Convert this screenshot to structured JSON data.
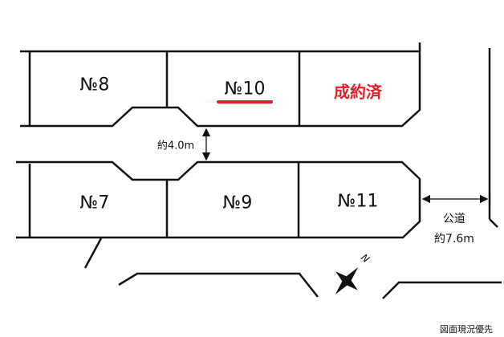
{
  "lots": [
    {
      "id": "no8",
      "label": "№8"
    },
    {
      "id": "no10",
      "label": "№10",
      "highlighted": true
    },
    {
      "id": "sold",
      "label": "成約済"
    },
    {
      "id": "no7",
      "label": "№7"
    },
    {
      "id": "no9",
      "label": "№9"
    },
    {
      "id": "no11",
      "label": "№11"
    }
  ],
  "private_road_width": "約4.0m",
  "public_road": {
    "label": "公道",
    "width": "約7.6m"
  },
  "compass_label": "N",
  "note": "図面現況優先",
  "colors": {
    "line": "#111111",
    "accent": "#e0202a"
  }
}
